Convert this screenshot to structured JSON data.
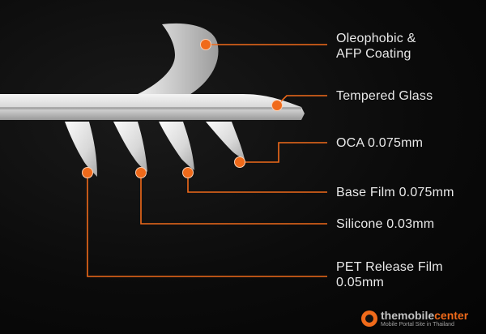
{
  "labels": {
    "oleophobic": [
      "Oleophobic &",
      "AFP Coating"
    ],
    "tempered_glass": "Tempered Glass",
    "oca": "OCA 0.075mm",
    "base_film": "Base Film 0.075mm",
    "silicone": "Silicone 0.03mm",
    "pet_release": [
      "PET Release Film",
      "0.05mm"
    ]
  },
  "watermark": {
    "name_primary": "themobile",
    "name_accent": "center",
    "tagline": "Mobile Portal Site in Thailand"
  },
  "colors": {
    "accent": "#f06a1a",
    "text": "#e9e9e9",
    "background": "#060606"
  }
}
